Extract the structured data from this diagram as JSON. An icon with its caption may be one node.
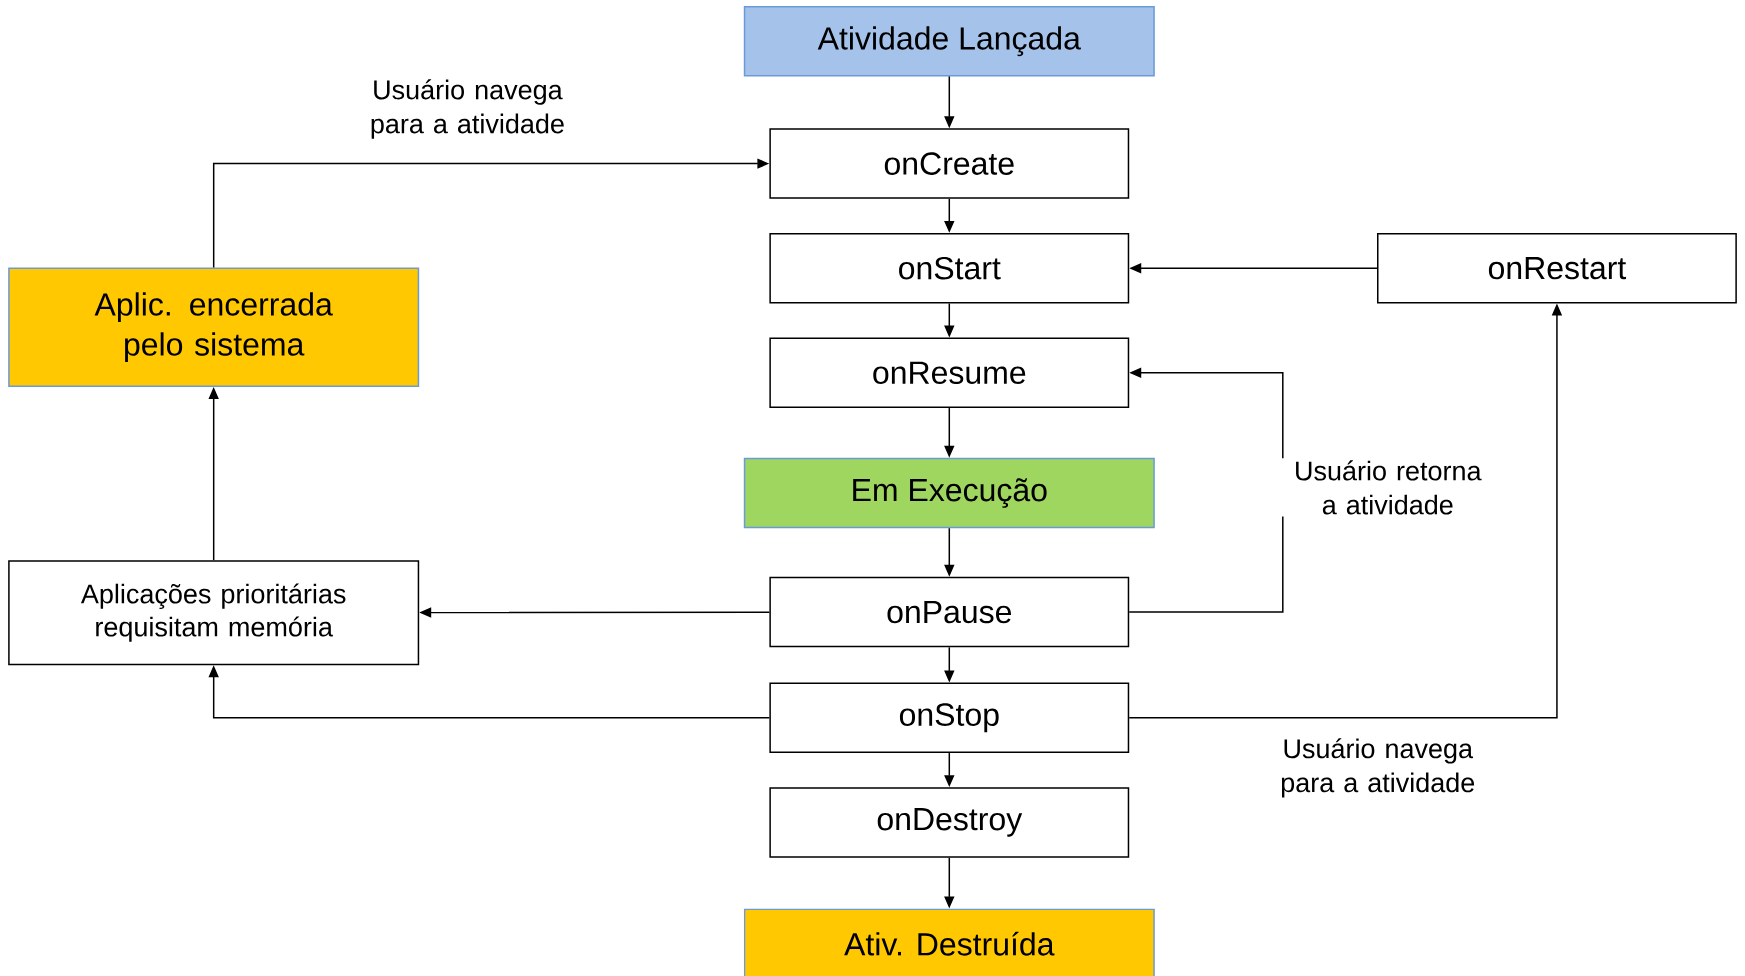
{
  "diagram": {
    "nodes": [
      {
        "text": [
          "Atividade Lançada"
        ]
      },
      {
        "text": [
          "onCreate"
        ]
      },
      {
        "text": [
          "onStart"
        ]
      },
      {
        "text": [
          "onRestart"
        ]
      },
      {
        "text": [
          "Aplic. encerrada pelo sistema"
        ]
      },
      {
        "text": [
          "onResume"
        ]
      },
      {
        "text": [
          "Em Execução"
        ]
      },
      {
        "text": [
          "Aplicações prioritárias requisitam memória"
        ]
      },
      {
        "text": [
          "onPause"
        ]
      },
      {
        "text": [
          "onStop"
        ]
      },
      {
        "text": [
          "onDestroy"
        ]
      },
      {
        "text": [
          "Ativ. Destruída"
        ]
      }
    ],
    "edges": [
      {
        "from": 0,
        "to": 1,
        "arrow": "to"
      },
      {
        "from": 1,
        "to": 2,
        "arrow": "to"
      },
      {
        "from": 2,
        "to": 5,
        "arrow": "to"
      },
      {
        "from": 5,
        "to": 6,
        "arrow": "to"
      },
      {
        "from": 6,
        "to": 8,
        "arrow": "to"
      },
      {
        "from": 8,
        "to": 9,
        "arrow": "to"
      },
      {
        "from": 9,
        "to": 10,
        "arrow": "to"
      },
      {
        "from": 10,
        "to": 11,
        "arrow": "to"
      },
      {
        "from": 3,
        "to": 2,
        "arrow": "to"
      },
      {
        "from": 8,
        "to": 5,
        "arrow": "to",
        "label": "Usuário retorna a atividade"
      },
      {
        "from": 9,
        "to": 3,
        "arrow": "to",
        "label": "Usuário navega para a atividade"
      },
      {
        "from": 8,
        "to": 7,
        "arrow": "to"
      },
      {
        "from": 9,
        "to": 7,
        "arrow": "to"
      },
      {
        "from": 7,
        "to": 4,
        "arrow": "to"
      },
      {
        "from": 4,
        "to": 1,
        "arrow": "to",
        "label": "Usuário navega para a atividade"
      }
    ]
  }
}
